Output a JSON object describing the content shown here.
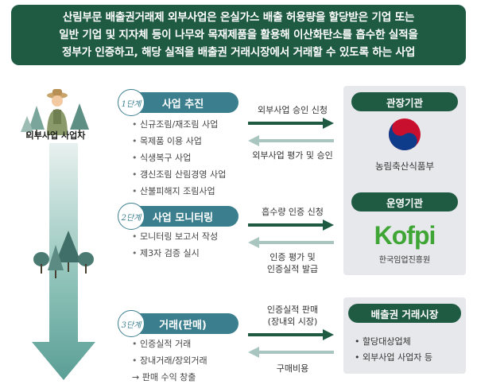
{
  "banner": {
    "line1": "산림부문 배출권거래제 외부사업은 온실가스 배출 허용량을 할당받은 기업 또는",
    "line2": "일반 기업 및 지자체 등이 나무와 목재제품을 활용해 이산화탄소를 흡수한 실적을",
    "line3": "정부가 인증하고, 해당 실적을 배출권 거래시장에서 거래할 수 있도록 하는 사업"
  },
  "actor": {
    "label": "외부사업 사업자"
  },
  "steps": [
    {
      "badge": "1단계",
      "title": "사업 추진",
      "items": [
        "신규조림/재조림 사업",
        "목제품 이용 사업",
        "식생복구 사업",
        "갱신조림 산림경영 사업",
        "산불피해지 조림사업"
      ]
    },
    {
      "badge": "2단계",
      "title": "사업 모니터링",
      "items": [
        "모니터링 보고서 작성",
        "제3자 검증 실시"
      ]
    },
    {
      "badge": "3단계",
      "title": "거래(판매)",
      "items": [
        "인증실적 거래",
        "장내거래/장외거래",
        "→ 판매 수익 창출"
      ]
    }
  ],
  "flows": {
    "s1_right": "외부사업 승인 신청",
    "s1_left": "외부사업 평가 및 승인",
    "s2_right": "흡수량 인증 신청",
    "s2_left_1": "인증 평가 및",
    "s2_left_2": "인증실적 발급",
    "s3_right_1": "인증실적 판매",
    "s3_right_2": "(장내외 시장)",
    "s3_left": "구매비용"
  },
  "authority": {
    "head": "관장기관",
    "name": "농림축산식품부"
  },
  "operator": {
    "head": "운영기관",
    "logo_text": "Kofpi",
    "name": "한국임업진흥원"
  },
  "market": {
    "head": "배출권 거래시장",
    "items": [
      "할당대상업체",
      "외부사업 사업자 등"
    ]
  },
  "colors": {
    "dark_green": "#1f5a43",
    "teal": "#3b7f8f",
    "logo_green": "#3fa535",
    "gray_box": "#e6e8eb"
  }
}
